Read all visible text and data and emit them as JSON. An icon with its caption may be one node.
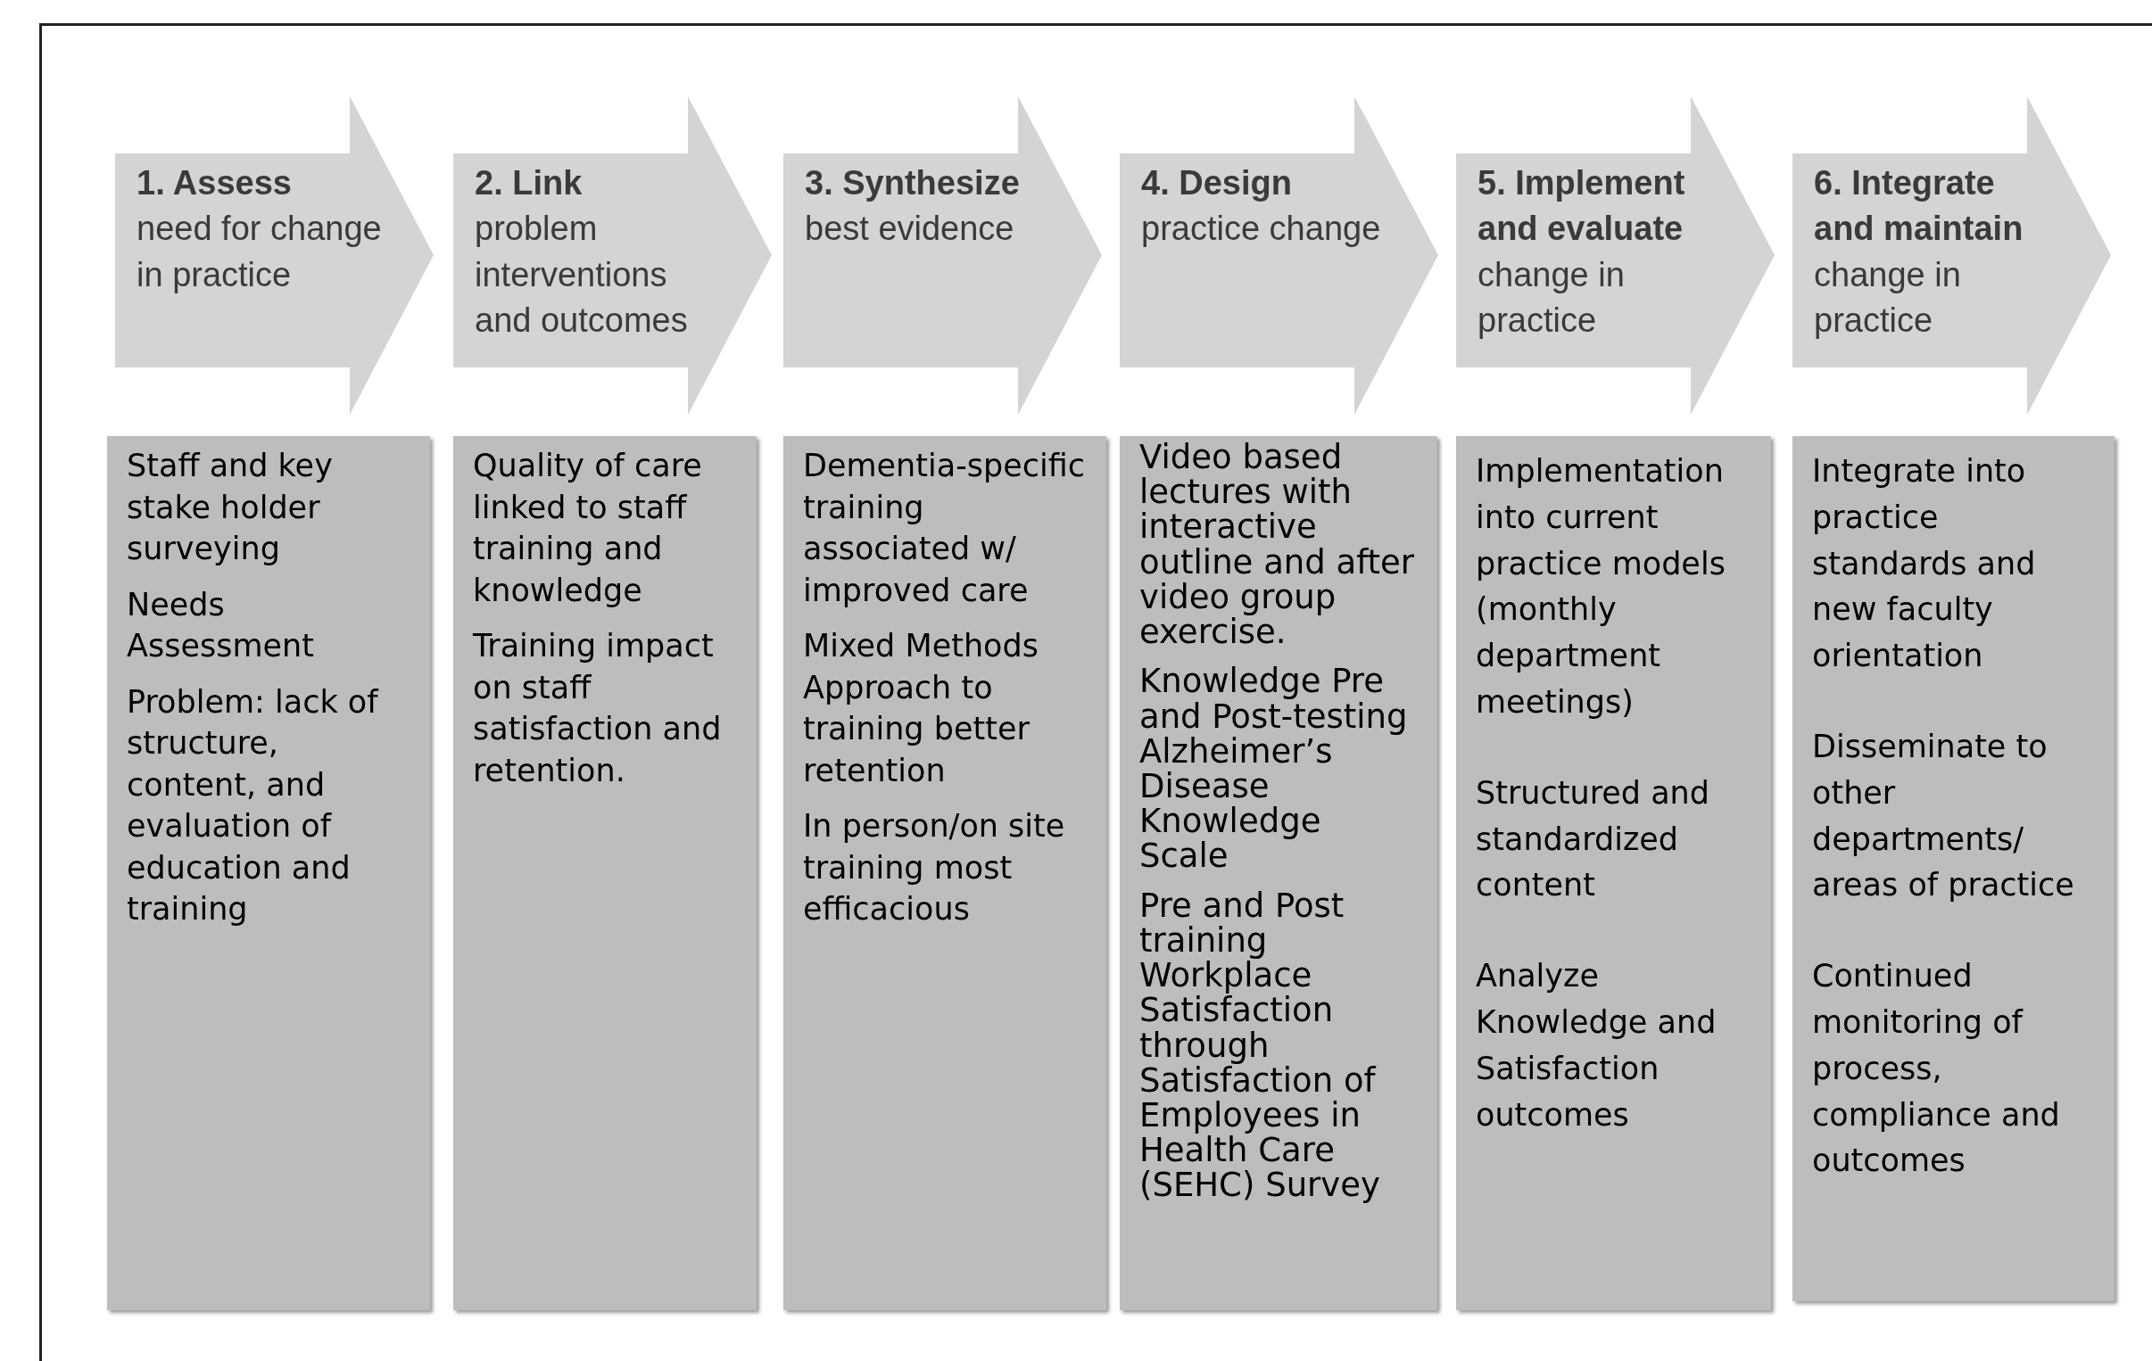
{
  "diagram": {
    "nodes": [
      {
        "text": [
          "1. Assess",
          "need for change in practice"
        ]
      },
      {
        "text": [
          "2. Link",
          "problem interventions and outcomes"
        ]
      },
      {
        "text": [
          "3. Synthesize",
          "best evidence"
        ]
      },
      {
        "text": [
          "4. Design",
          "practice change"
        ]
      },
      {
        "text": [
          "5. Implement and evaluate",
          "change in practice"
        ]
      },
      {
        "text": [
          "6. Integrate and maintain",
          "change in practice"
        ]
      },
      {
        "text": [
          "Staff and key stake holder surveying",
          "Needs Assessment",
          "Problem: lack of structure, content, and evaluation of education and training"
        ]
      },
      {
        "text": [
          "Quality of care linked to staff training and knowledge",
          "Training impact on staff satisfaction and retention."
        ]
      },
      {
        "text": [
          "Dementia-specific training associated w/ improved care",
          "Mixed Methods Approach to training better retention",
          "In person/on site training most efficacious"
        ]
      },
      {
        "text": [
          "Video based lectures with interactive outline and after video group exercise.",
          "Knowledge Pre and Post-testing Alzheimer’s Disease Knowledge Scale",
          "Pre and Post training Workplace Satisfaction through Satisfaction of Employees in Health Care (SEHC) Survey"
        ]
      },
      {
        "text": [
          "Implementation into current practice models (monthly department meetings)",
          "Structured and standardized content",
          "Analyze Knowledge and Satisfaction outcomes"
        ]
      },
      {
        "text": [
          "Integrate into practice standards and new faculty orientation",
          "Disseminate to other departments/ areas of practice",
          "Continued monitoring of process, compliance and outcomes"
        ]
      }
    ]
  }
}
